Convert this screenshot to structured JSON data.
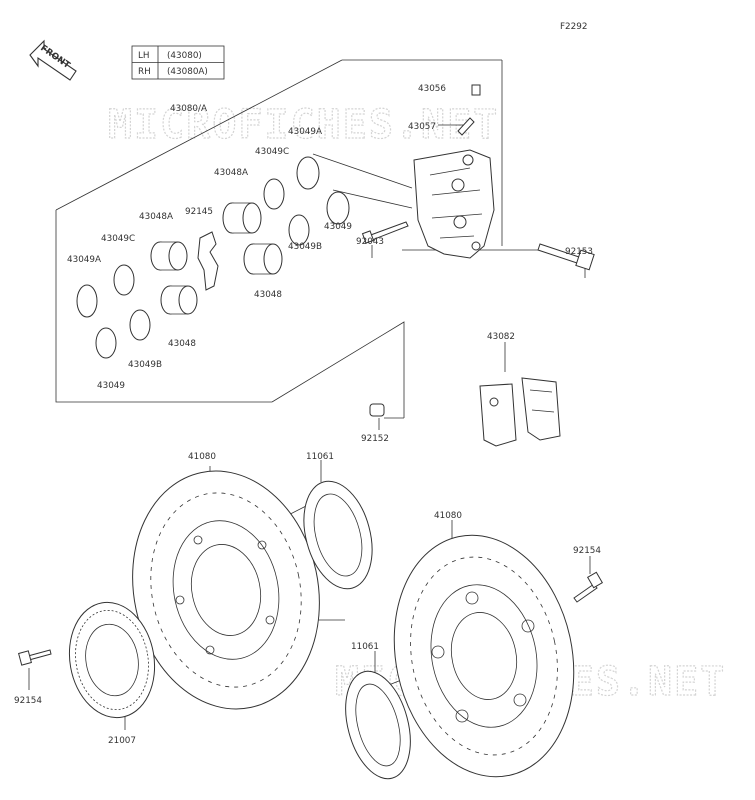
{
  "figure_code": "F2292",
  "front_label": "FRONT",
  "watermark": "MICROFICHES.NET",
  "legend": [
    {
      "side": "LH",
      "code": "(43080)"
    },
    {
      "side": "RH",
      "code": "(43080A)"
    }
  ],
  "labels": {
    "assembly": "43080/A",
    "c43056": "43056",
    "c43057": "43057",
    "c43049a_top": "43049A",
    "c43049c_top": "43049C",
    "c43048a_top": "43048A",
    "c92145": "92145",
    "c43048a_left": "43048A",
    "c43049c_left": "43049C",
    "c43049a_left": "43049A",
    "c43049_mid": "43049",
    "c92043": "92043",
    "c43049b_mid": "43049B",
    "c43048_mid": "43048",
    "c43048_low": "43048",
    "c43049b_low": "43049B",
    "c43049_low": "43049",
    "c92153": "92153",
    "c43082": "43082",
    "c92152": "92152",
    "c41080_left": "41080",
    "c11061_top": "11061",
    "c41080_right": "41080",
    "c92154_right": "92154",
    "c11061_bottom": "11061",
    "c92154_left": "92154",
    "c21007": "21007"
  }
}
